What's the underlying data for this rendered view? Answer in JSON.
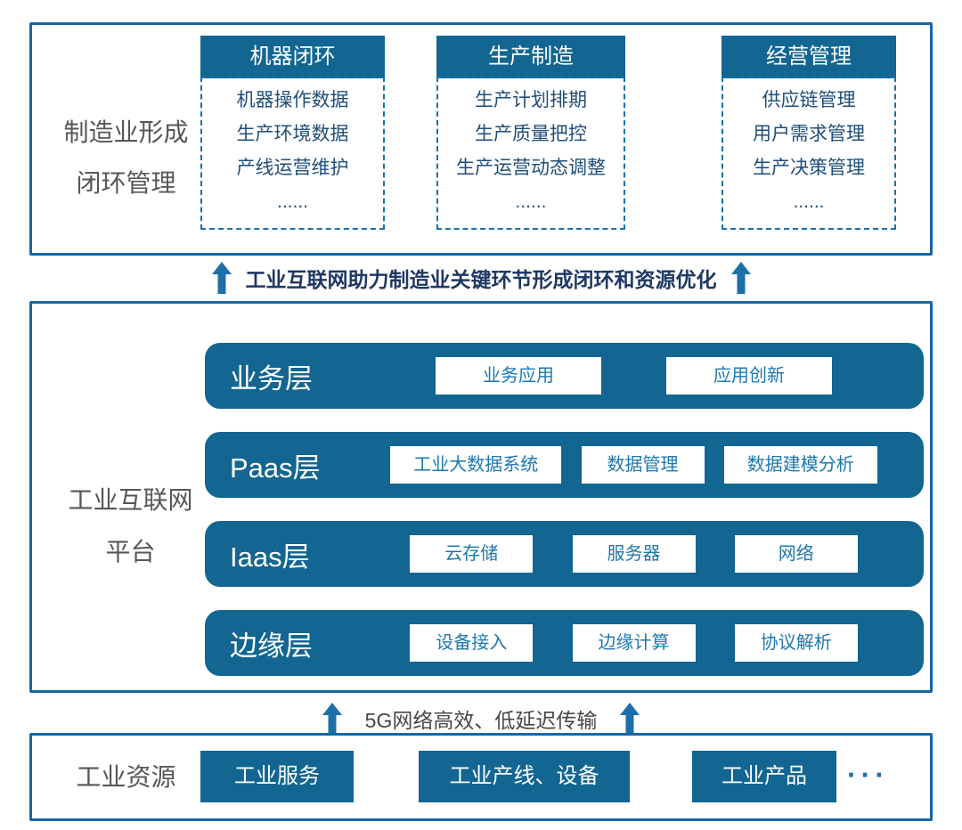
{
  "colors": {
    "primary_fill": "#126691",
    "border_blue": "#1668a3",
    "arrow_blue": "#1c6fa8",
    "navy_text": "#1f3864",
    "item_navy_text": "#1f4e79",
    "module_text_blue": "#1e78b0",
    "gray_label_text": "#575757",
    "dark_gray_text": "#474747"
  },
  "top_section": {
    "label_line1": "制造业形成",
    "label_line2": "闭环管理",
    "columns": [
      {
        "header": "机器闭环",
        "items": [
          "机器操作数据",
          "生产环境数据",
          "产线运营维护",
          "......"
        ]
      },
      {
        "header": "生产制造",
        "items": [
          "生产计划排期",
          "生产质量把控",
          "生产运营动态调整",
          "......"
        ]
      },
      {
        "header": "经营管理",
        "items": [
          "供应链管理",
          "用户需求管理",
          "生产决策管理",
          "......"
        ]
      }
    ]
  },
  "arrow_band_1": {
    "text": "工业互联网助力制造业关键环节形成闭环和资源优化"
  },
  "platform_section": {
    "label_line1": "工业互联网",
    "label_line2": "平台",
    "layers": [
      {
        "name": "业务层",
        "modules": [
          "业务应用",
          "应用创新"
        ]
      },
      {
        "name": "Paas层",
        "modules": [
          "工业大数据系统",
          "数据管理",
          "数据建模分析"
        ]
      },
      {
        "name": "Iaas层",
        "modules": [
          "云存储",
          "服务器",
          "网络"
        ]
      },
      {
        "name": "边缘层",
        "modules": [
          "设备接入",
          "边缘计算",
          "协议解析"
        ]
      }
    ]
  },
  "arrow_band_2": {
    "text": "5G网络高效、低延迟传输"
  },
  "resources_section": {
    "label": "工业资源",
    "items": [
      "工业服务",
      "工业产线、设备",
      "工业产品"
    ],
    "ellipsis": "···"
  }
}
